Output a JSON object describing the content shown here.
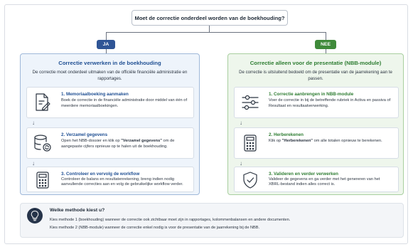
{
  "question": "Moet de correctie onderdeel worden van de boekhouding?",
  "branches": {
    "yes_label": "JA",
    "no_label": "NEE"
  },
  "left": {
    "title": "Correctie verwerken in de boekhouding",
    "subtitle": "De correctie moet onderdeel uitmaken van de officiële financiële administratie en rapportages.",
    "steps": [
      {
        "title": "1. Memoriaalboeking aanmaken",
        "desc": "Boek de correctie in de financiële administratie door middel van één of meerdere memoriaalboekingen.",
        "icon": "document-edit-icon"
      },
      {
        "title": "2. Verzamel gegevens",
        "desc_pre": "Open het NBB-dossier en klik op ",
        "desc_bold": "\"Verzamel gegevens\"",
        "desc_post": " om de aangepaste cijfers opnieuw op te halen uit de boekhouding.",
        "icon": "database-refresh-icon"
      },
      {
        "title": "3. Controleer en vervolg de workflow",
        "desc": "Controleer de balans en resultatenrekening, breng indien nodig aanvullende correcties aan en volg de gebruikelijke workflow verder.",
        "icon": "calculator-icon"
      }
    ]
  },
  "right": {
    "title": "Correctie alleen voor de presentatie (NBB-module)",
    "subtitle": "De correctie is uitsluitend bedoeld om de presentatie van de jaarrekening aan te passen.",
    "steps": [
      {
        "title": "1. Correctie aanbrengen in NBB-module",
        "desc": "Voer de correctie in bij de betreffende rubriek in Activa en passiva of Resultaat en resultaatverwerking.",
        "icon": "sliders-icon"
      },
      {
        "title": "2. Herberekenen",
        "desc_pre": "Klik op ",
        "desc_bold": "\"Herberekenen\"",
        "desc_post": " om alle totalen opnieuw te berekenen.",
        "icon": "calculator-icon"
      },
      {
        "title": "3. Valideren en verder verwerken",
        "desc": "Valideer de gegevens en ga verder met het genereren van het XBRL-bestand indien alles correct is.",
        "icon": "shield-check-icon"
      }
    ]
  },
  "tip": {
    "title": "Welke methode kiest u?",
    "line1": "Kies methode 1 (boekhouding) wanneer de correctie ook zichtbaar moet zijn in rapportages, kolommenbalansen en andere documenten.",
    "line2": "Kies methode 2 (NBB-module) wanneer de correctie enkel nodig is voor de presentatie van de jaarrekening bij de NBB.",
    "icon": "lightbulb-icon"
  },
  "colors": {
    "blue": "#2f5596",
    "green": "#3f8a3a",
    "dark": "#26344a"
  }
}
